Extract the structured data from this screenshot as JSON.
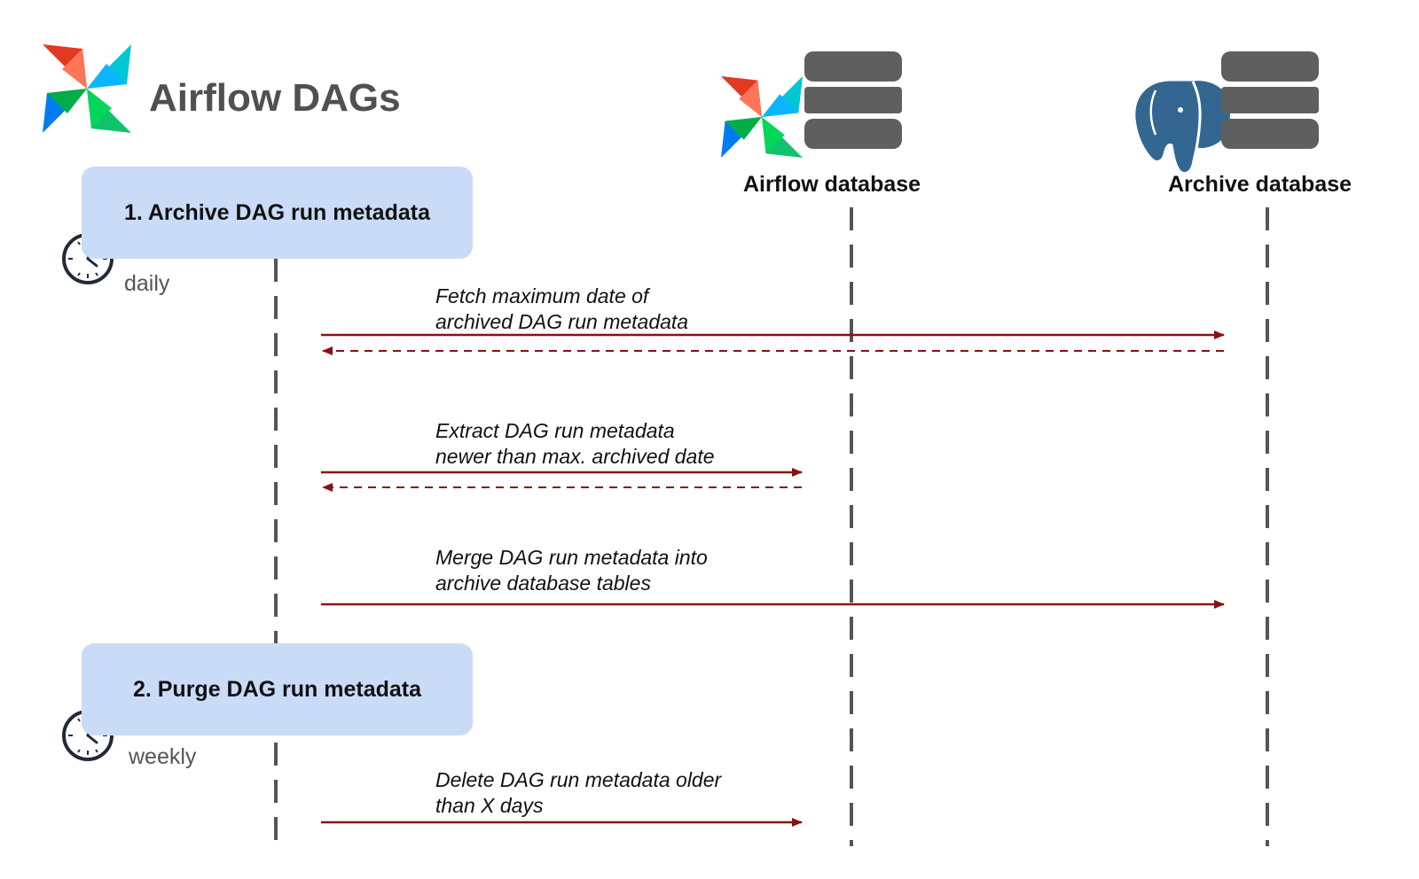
{
  "header": {
    "title": "Airflow DAGs",
    "logo_icon": "airflow-pinwheel-icon"
  },
  "participants": {
    "airflow_db": {
      "label": "Airflow database",
      "icons": [
        "airflow-pinwheel-icon",
        "database-icon"
      ]
    },
    "archive_db": {
      "label": "Archive database",
      "icons": [
        "postgresql-elephant-icon",
        "database-icon"
      ]
    }
  },
  "dags": [
    {
      "label": "1. Archive DAG run metadata",
      "schedule": "daily",
      "schedule_icon": "clock-icon"
    },
    {
      "label": "2. Purge DAG run metadata",
      "schedule": "weekly",
      "schedule_icon": "clock-icon"
    }
  ],
  "messages": [
    {
      "line1": "Fetch maximum date of",
      "line2": "archived DAG run metadata",
      "target": "Archive database",
      "has_return": true
    },
    {
      "line1": "Extract DAG run metadata",
      "line2": "newer than max. archived date",
      "target": "Airflow database",
      "has_return": true
    },
    {
      "line1": "Merge DAG run metadata into",
      "line2": "archive database tables",
      "target": "Archive database",
      "has_return": false
    },
    {
      "line1": "Delete DAG run metadata older",
      "line2": "than X days",
      "target": "Airflow database",
      "has_return": false
    }
  ],
  "colors": {
    "arrow": "#8b1010",
    "lifeline": "#555555",
    "dag_box": "#c9dbf6",
    "db_gray": "#5f5f5f",
    "postgres_blue": "#336791",
    "pinwheel_red": "#e43921",
    "pinwheel_teal": "#00c7d4",
    "pinwheel_blue": "#017cee",
    "pinwheel_green": "#11e1a2"
  }
}
